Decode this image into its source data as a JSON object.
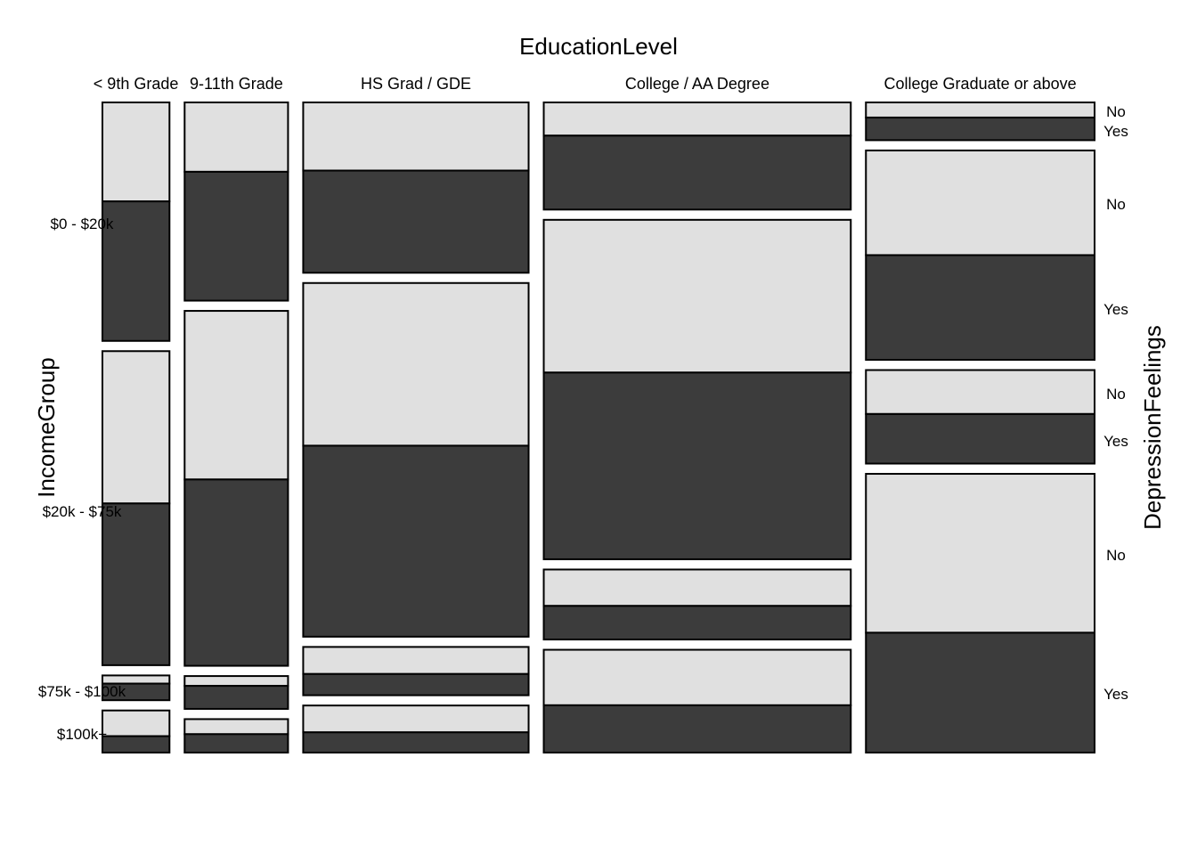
{
  "chart_data": {
    "type": "mosaic",
    "title": "EducationLevel",
    "ylabel": "IncomeGroup",
    "zlabel": "DepressionFeelings",
    "x_variable": "EducationLevel",
    "y_variable": "IncomeGroup",
    "z_variable": "DepressionFeelings",
    "education_levels": [
      "< 9th Grade",
      "9-11th Grade",
      "HS Grad / GDE",
      "College / AA Degree",
      "College Graduate or above"
    ],
    "education_proportions": [
      0.083,
      0.128,
      0.279,
      0.38,
      0.283
    ],
    "income_groups": [
      "$0 - $20k",
      "$20k - $75k",
      "$75k - $100k",
      "$100k+"
    ],
    "depression_levels": [
      "No",
      "Yes"
    ],
    "colors": {
      "No": "#e0e0e0",
      "Yes": "#3c3c3c"
    },
    "income_proportions_by_education": [
      [
        0.385,
        0.507,
        0.04,
        0.068
      ],
      [
        0.32,
        0.573,
        0.053,
        0.054
      ],
      [
        0.275,
        0.571,
        0.078,
        0.076
      ],
      [
        0.173,
        0.548,
        0.113,
        0.166
      ],
      [
        0.061,
        0.338,
        0.151,
        0.45
      ]
    ],
    "no_proportion_by_education_income": [
      [
        0.415,
        0.485,
        0.33,
        0.61
      ],
      [
        0.35,
        0.475,
        0.3,
        0.45
      ],
      [
        0.4,
        0.46,
        0.56,
        0.57
      ],
      [
        0.31,
        0.45,
        0.52,
        0.54
      ],
      [
        0.4,
        0.5,
        0.47,
        0.57
      ]
    ],
    "right_axis_labels": [
      {
        "label": "No"
      },
      {
        "label": "Yes"
      },
      {
        "label": "No"
      },
      {
        "label": "Yes"
      },
      {
        "label": "No"
      },
      {
        "label": "Yes"
      },
      {
        "label": "No"
      },
      {
        "label": "Yes"
      }
    ]
  }
}
